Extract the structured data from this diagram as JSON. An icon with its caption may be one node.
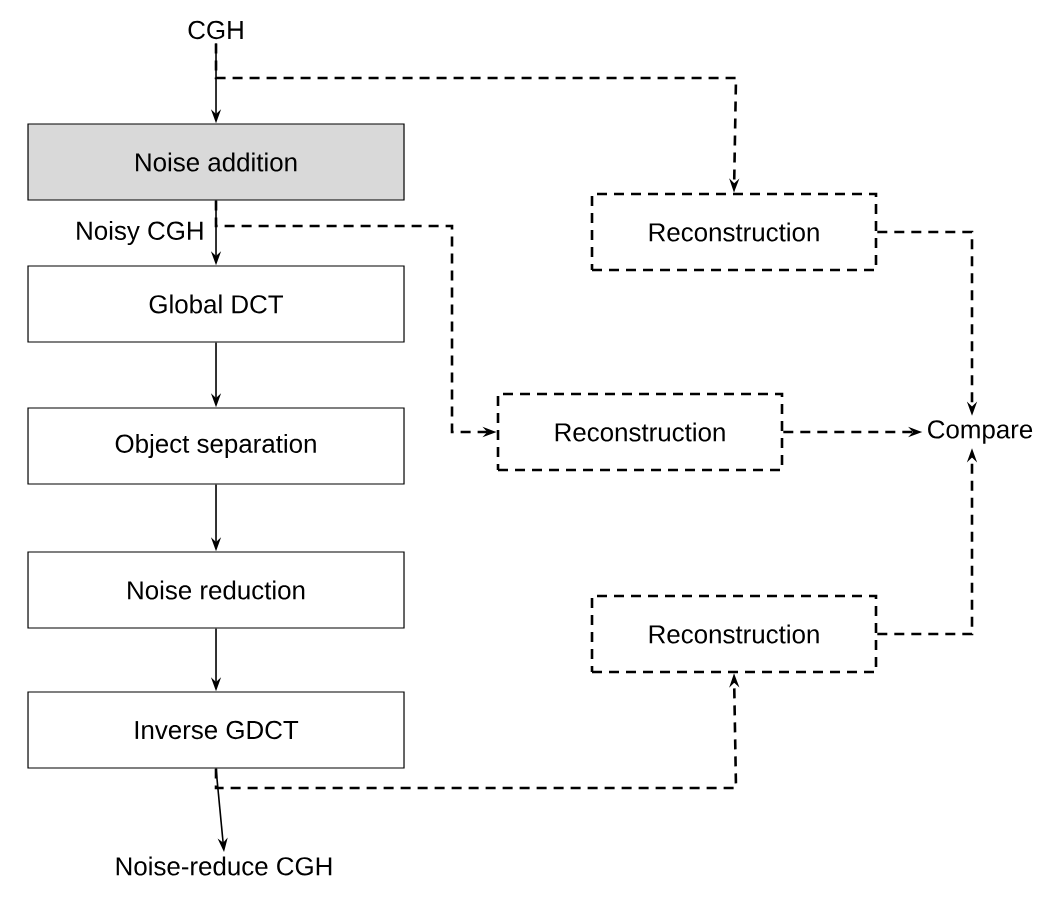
{
  "diagram": {
    "nodes": [
      {
        "text": [
          "CGH"
        ]
      },
      {
        "text": [
          "Noise addition"
        ]
      },
      {
        "text": [
          "Global DCT"
        ]
      },
      {
        "text": [
          "Object separation"
        ]
      },
      {
        "text": [
          "Noise reduction"
        ]
      },
      {
        "text": [
          "Inverse GDCT"
        ]
      },
      {
        "text": [
          "Noise-reduce CGH"
        ]
      },
      {
        "text": [
          "Reconstruction"
        ]
      },
      {
        "text": [
          "Reconstruction"
        ]
      },
      {
        "text": [
          "Reconstruction"
        ]
      },
      {
        "text": [
          "Compare"
        ]
      }
    ],
    "edges": [
      {
        "from": 0,
        "to": 1,
        "arrow": "to"
      },
      {
        "from": 0,
        "to": 7,
        "arrow": "to",
        "style": "dashed"
      },
      {
        "from": 1,
        "to": 2,
        "arrow": "to",
        "label": "Noisy CGH"
      },
      {
        "from": 1,
        "to": 8,
        "arrow": "to",
        "style": "dashed"
      },
      {
        "from": 2,
        "to": 3,
        "arrow": "to"
      },
      {
        "from": 3,
        "to": 4,
        "arrow": "to"
      },
      {
        "from": 4,
        "to": 5,
        "arrow": "to"
      },
      {
        "from": 5,
        "to": 6,
        "arrow": "to"
      },
      {
        "from": 5,
        "to": 9,
        "arrow": "to",
        "style": "dashed"
      },
      {
        "from": 7,
        "to": 10,
        "arrow": "to",
        "style": "dashed"
      },
      {
        "from": 8,
        "to": 10,
        "arrow": "to",
        "style": "dashed"
      },
      {
        "from": 9,
        "to": 10,
        "arrow": "to",
        "style": "dashed"
      }
    ]
  }
}
